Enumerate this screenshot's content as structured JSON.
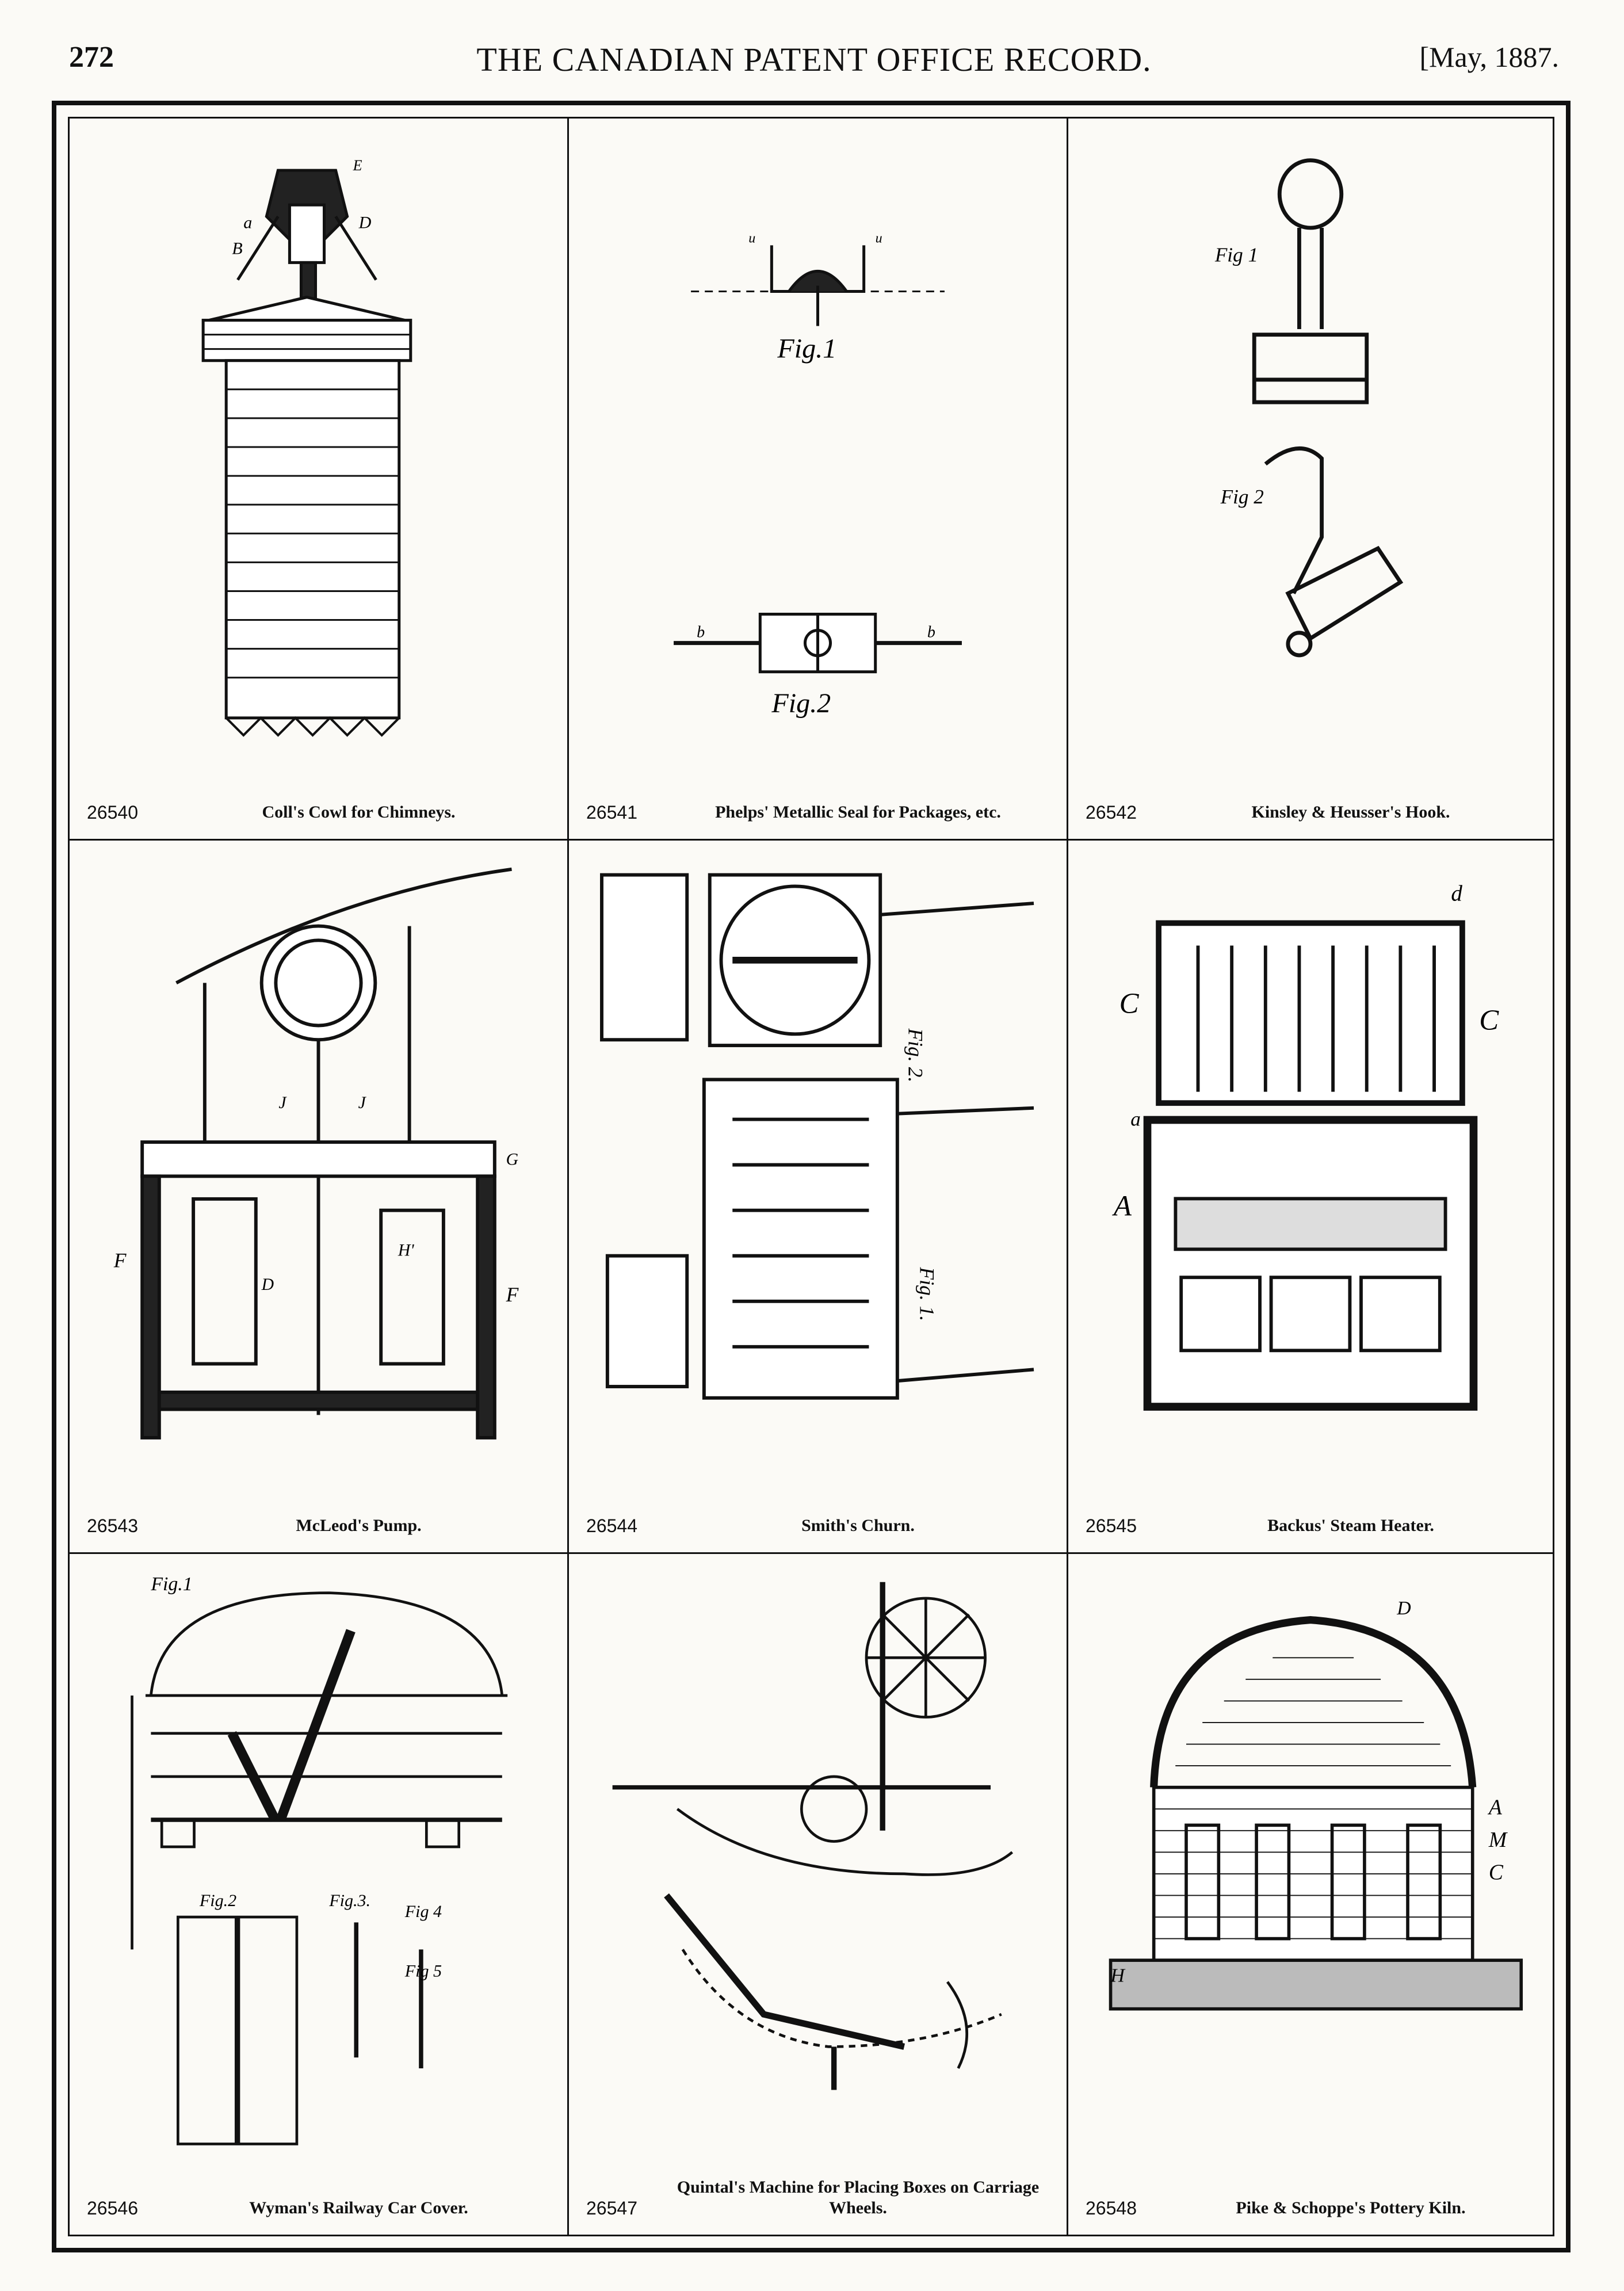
{
  "header": {
    "page_number": "272",
    "title": "THE CANADIAN PATENT OFFICE RECORD.",
    "date": "[May, 1887."
  },
  "patents": [
    {
      "number": "26540",
      "title": "Coll's Cowl for Chimneys."
    },
    {
      "number": "26541",
      "title": "Phelps' Metallic Seal for Packages, etc."
    },
    {
      "number": "26542",
      "title": "Kinsley & Heusser's Hook."
    },
    {
      "number": "26543",
      "title": "McLeod's Pump."
    },
    {
      "number": "26544",
      "title": "Smith's Churn."
    },
    {
      "number": "26545",
      "title": "Backus' Steam Heater."
    },
    {
      "number": "26546",
      "title": "Wyman's Railway Car Cover."
    },
    {
      "number": "26547",
      "title": "Quintal's Machine for Placing Boxes on Carriage Wheels."
    },
    {
      "number": "26548",
      "title": "Pike & Schoppe's Pottery Kiln."
    }
  ],
  "figure_labels": {
    "fig1": "Fig.1",
    "fig2": "Fig.2",
    "fig3": "Fig.3.",
    "fig4": "Fig 4",
    "fig5": "Fig 5"
  }
}
